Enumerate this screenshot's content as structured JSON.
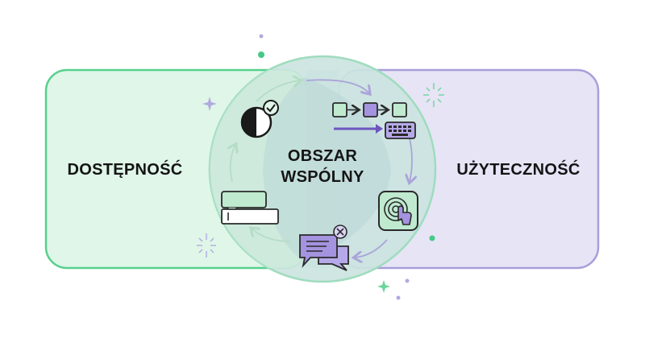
{
  "diagram": {
    "left_set": {
      "label": "DOSTĘPNOŚĆ"
    },
    "right_set": {
      "label": "UŻYTECZNOŚĆ"
    },
    "intersection": {
      "line1": "OBSZAR",
      "line2": "WSPÓLNY"
    }
  },
  "icons": [
    "contrast-check-icon",
    "flow-diagram-icon",
    "keyboard-icon",
    "touch-target-icon",
    "chat-message-icon",
    "form-field-icon",
    "cycle-arrows-icon"
  ],
  "colors": {
    "accessibility_fill": "#dff6e8",
    "accessibility_stroke": "#57d08e",
    "usability_fill": "#e7e4f6",
    "usability_stroke": "#a79fda",
    "intersection_fill": "#cbe4e0",
    "circle_stroke": "#9fdcbe",
    "lens_fill": "#b9d5d6",
    "accent_purple": "#7b63c9",
    "text": "#141414"
  }
}
